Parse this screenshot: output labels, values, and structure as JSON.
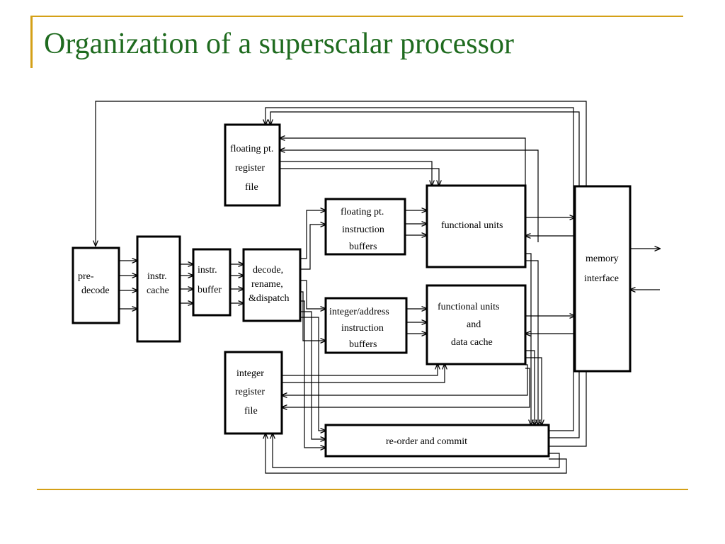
{
  "slide": {
    "title": "Organization of a superscalar processor",
    "accent_color": "#d4a017",
    "title_color": "#1f6b1f"
  },
  "diagram": {
    "blocks": {
      "predecode": [
        "pre-",
        "decode"
      ],
      "icache": [
        "instr.",
        "cache"
      ],
      "ibuffer": [
        "instr.",
        "buffer"
      ],
      "decode": [
        "decode,",
        "rename,",
        "&dispatch"
      ],
      "fpregfile": [
        "floating pt.",
        "register",
        "file"
      ],
      "fpbuffers": [
        "floating pt.",
        "instruction",
        "buffers"
      ],
      "fpfunits": [
        "functional units"
      ],
      "intbuffers": [
        "integer/address",
        "instruction",
        "buffers"
      ],
      "intfunits": [
        "functional units",
        "and",
        "data cache"
      ],
      "intregfile": [
        "integer",
        "register",
        "file"
      ],
      "reorder": [
        "re-order and commit"
      ],
      "memory": [
        "memory",
        "interface"
      ]
    }
  }
}
